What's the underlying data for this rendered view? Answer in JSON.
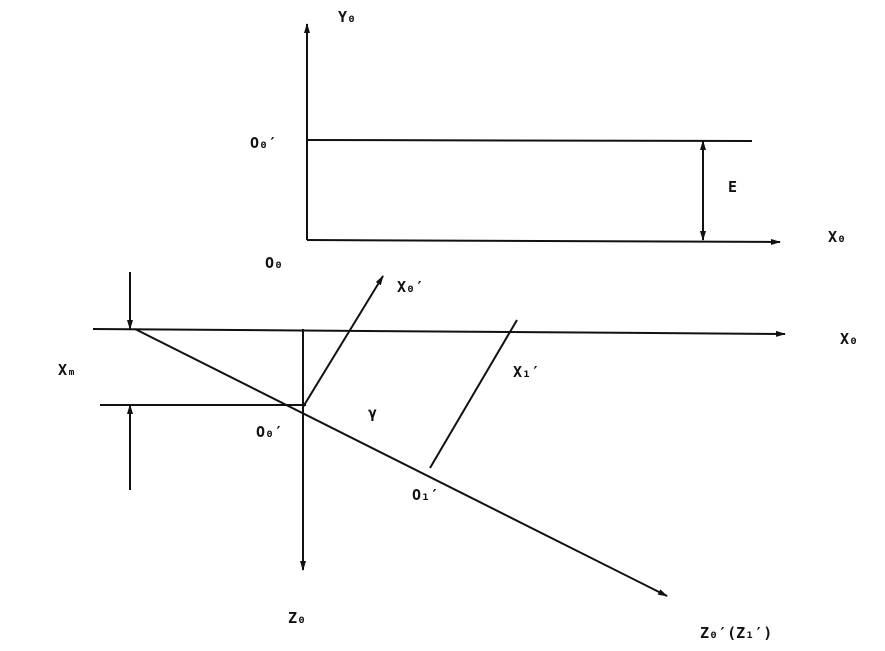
{
  "diagram": {
    "labels": {
      "y0": "Y₀",
      "o0_prime_top": "O₀′",
      "e": "E",
      "x0_top": "X₀",
      "o0": "O₀",
      "x0_prime": "X₀′",
      "x0_right": "X₀",
      "x_m": "Xₘ",
      "x1_prime": "X₁′",
      "gamma": "γ",
      "o0_prime_mid": "O₀′",
      "o1_prime": "O₁′",
      "z0": "Z₀",
      "z0_prime_z1_prime": "Z₀′(Z₁′)"
    },
    "line_color": "#111111"
  }
}
